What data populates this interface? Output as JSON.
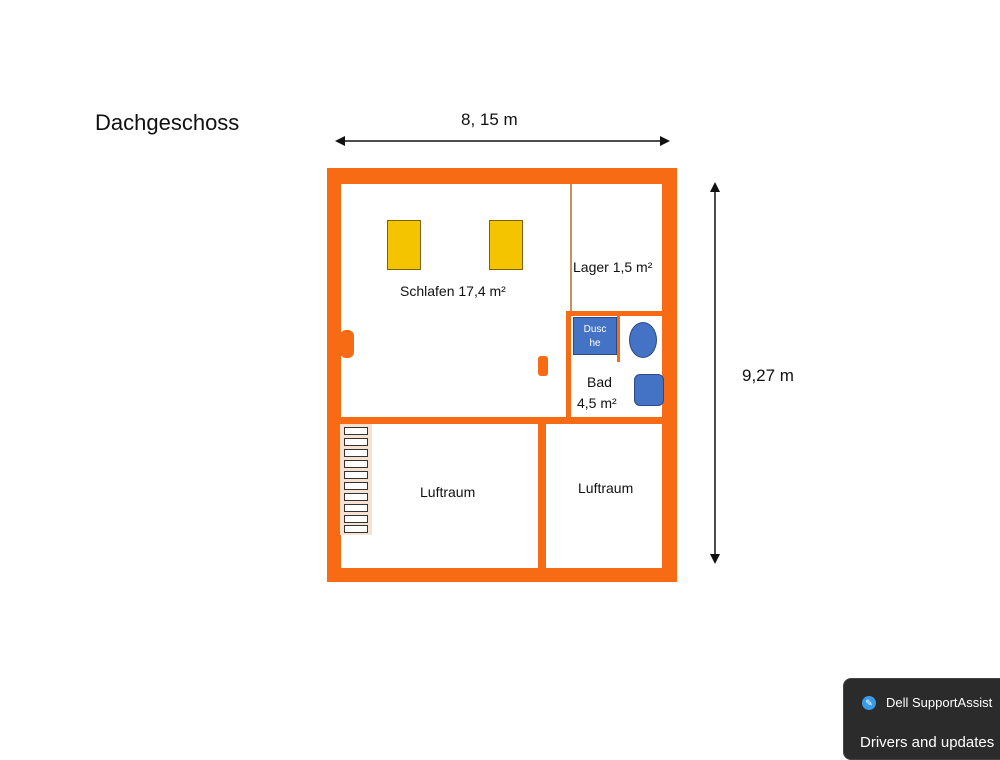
{
  "title": "Dachgeschoss",
  "dimensions": {
    "width": "8, 15 m",
    "height": "9,27 m"
  },
  "rooms": {
    "schlafen": "Schlafen 17,4 m²",
    "lager": "Lager 1,5 m²",
    "dusche": [
      "Dusc",
      "he"
    ],
    "bad": [
      "Bad",
      "4,5 m²"
    ],
    "luftraum_left": "Luftraum",
    "luftraum_right": "Luftraum"
  },
  "notification": {
    "app": "Dell SupportAssist",
    "message": "Drivers and updates"
  },
  "colors": {
    "wall": "#f76b15",
    "window": "#f5c400",
    "fixture": "#4472c4"
  }
}
